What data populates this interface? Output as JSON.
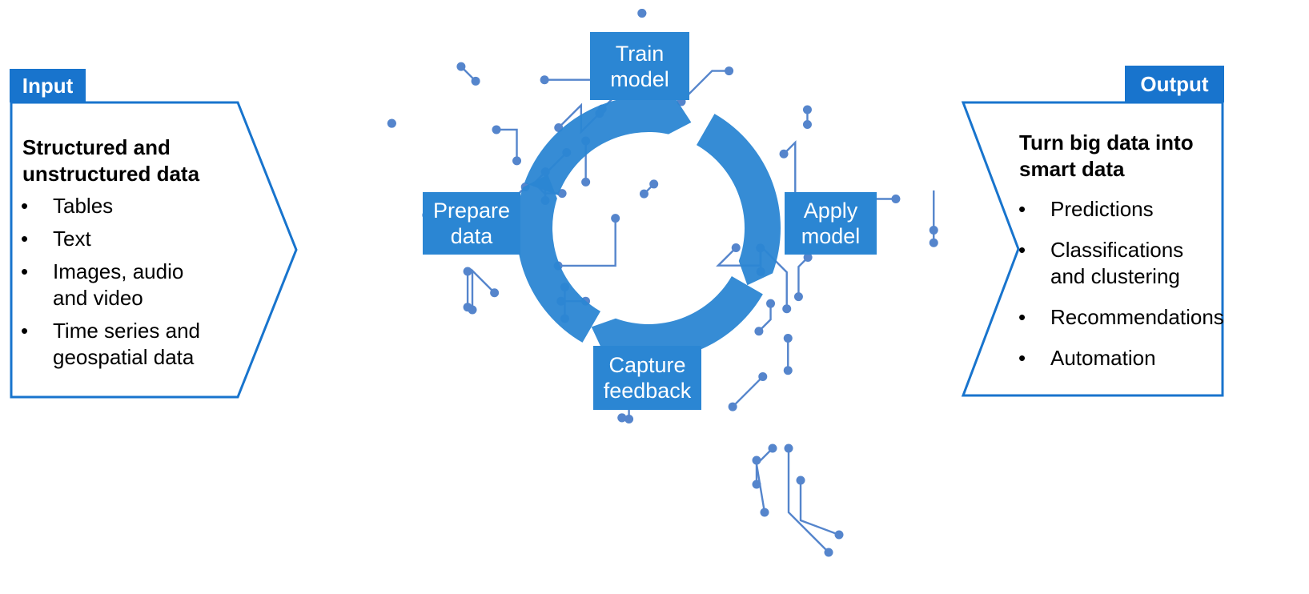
{
  "input": {
    "tag": "Input",
    "title_line1": "Structured and",
    "title_line2": "unstructured data",
    "items": [
      {
        "line1": "Tables",
        "line2": ""
      },
      {
        "line1": "Text",
        "line2": ""
      },
      {
        "line1": "Images, audio",
        "line2": "and video"
      },
      {
        "line1": "Time series and",
        "line2": "geospatial data"
      }
    ]
  },
  "output": {
    "tag": "Output",
    "title_line1": "Turn big data into",
    "title_line2": "smart data",
    "items": [
      {
        "line1": "Predictions",
        "line2": ""
      },
      {
        "line1": "Classifications",
        "line2": "and clustering"
      },
      {
        "line1": "Recommendations",
        "line2": ""
      },
      {
        "line1": "Automation",
        "line2": ""
      }
    ]
  },
  "cycle": {
    "steps": [
      {
        "id": "train",
        "line1": "Train",
        "line2": "model"
      },
      {
        "id": "apply",
        "line1": "Apply",
        "line2": "model"
      },
      {
        "id": "capture",
        "line1": "Capture",
        "line2": "feedback"
      },
      {
        "id": "prepare",
        "line1": "Prepare",
        "line2": "data"
      }
    ]
  },
  "colors": {
    "accent": "#1874cd",
    "cycle_fill": "#2b86d3",
    "circuit": "#5585cc",
    "text": "#000000"
  }
}
